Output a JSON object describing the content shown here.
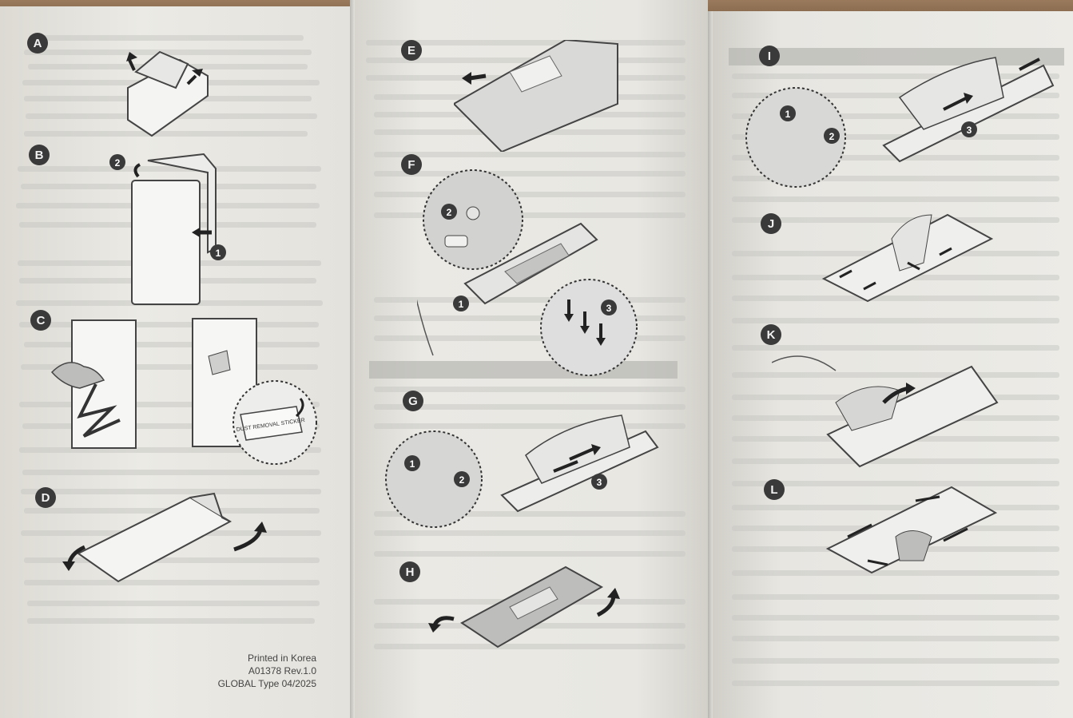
{
  "steps": [
    "A",
    "B",
    "C",
    "D",
    "E",
    "F",
    "G",
    "H",
    "I",
    "J",
    "K",
    "L"
  ],
  "callouts": [
    "1",
    "2",
    "3"
  ],
  "peel_label": "DUST REMOVAL STICKER",
  "print_info": {
    "line1": "Printed in Korea",
    "line2": "A01378 Rev.1.0",
    "line3": "GLOBAL Type 04/2025"
  },
  "colors": {
    "paper": "#e9e8e3",
    "ink": "#3a3a3a",
    "table": "#7d5f45",
    "highlight_band": "#b7b6b2"
  },
  "icons": [
    "arrow-icon",
    "hand-icon",
    "cloth-icon",
    "phone-icon",
    "applicator-tray-icon",
    "protector-film-icon",
    "magnifier-circle-icon"
  ]
}
